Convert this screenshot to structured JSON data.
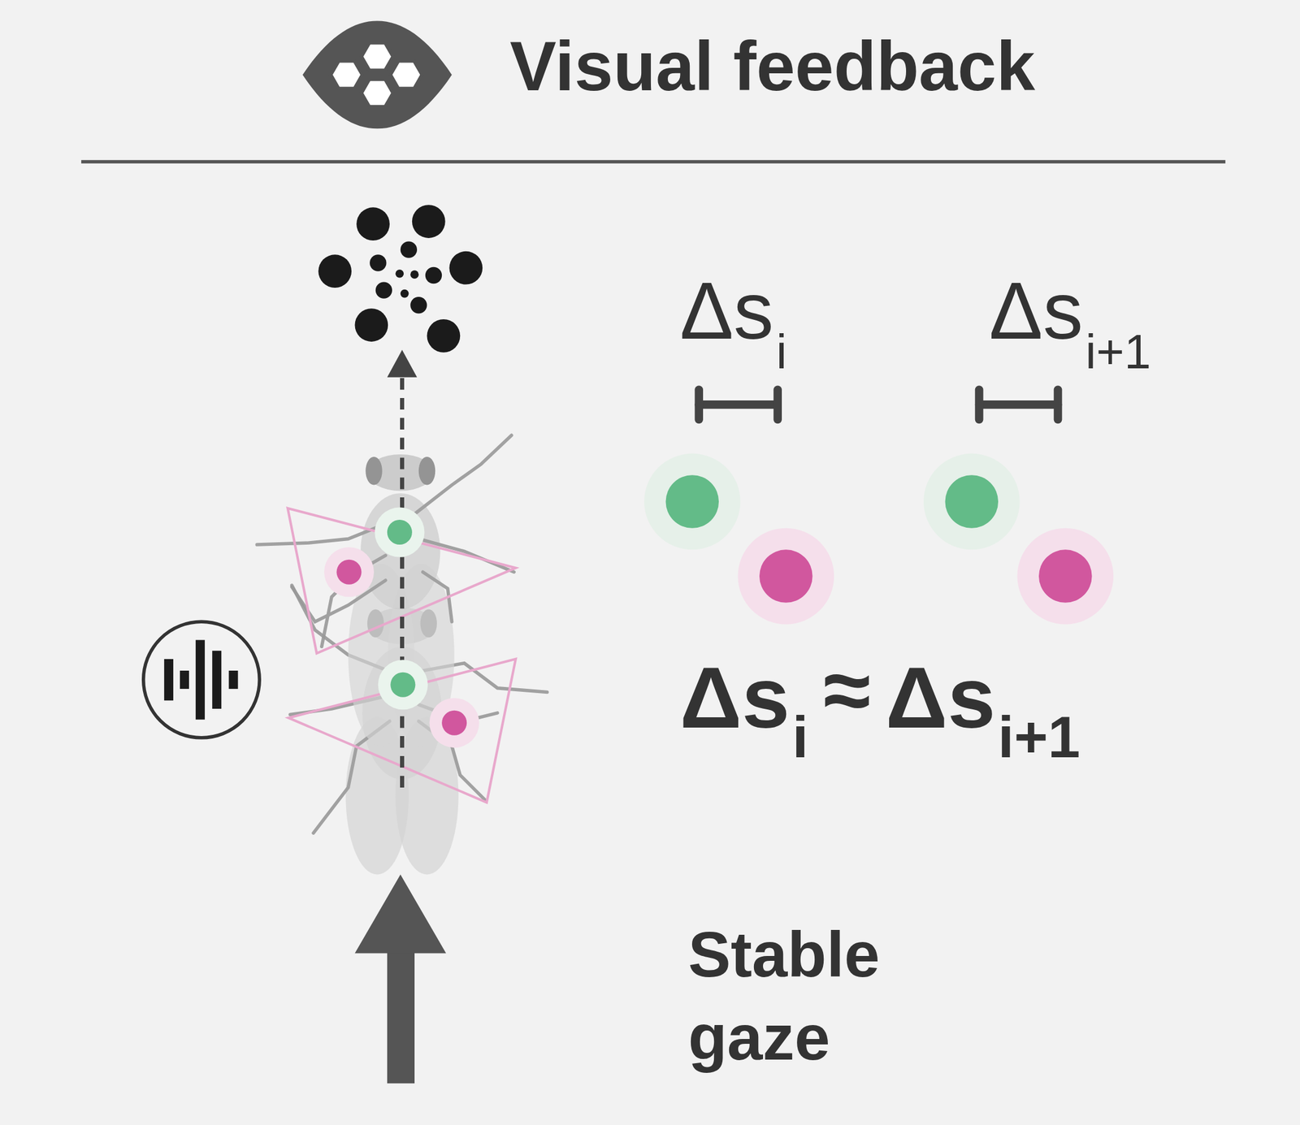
{
  "diagram": {
    "title": "Visual feedback",
    "labels": [
      "Δs",
      "i",
      "Δs",
      "i+1",
      "Δs",
      "i",
      "≈",
      "Δs",
      "i+1",
      "Stable gaze"
    ]
  }
}
